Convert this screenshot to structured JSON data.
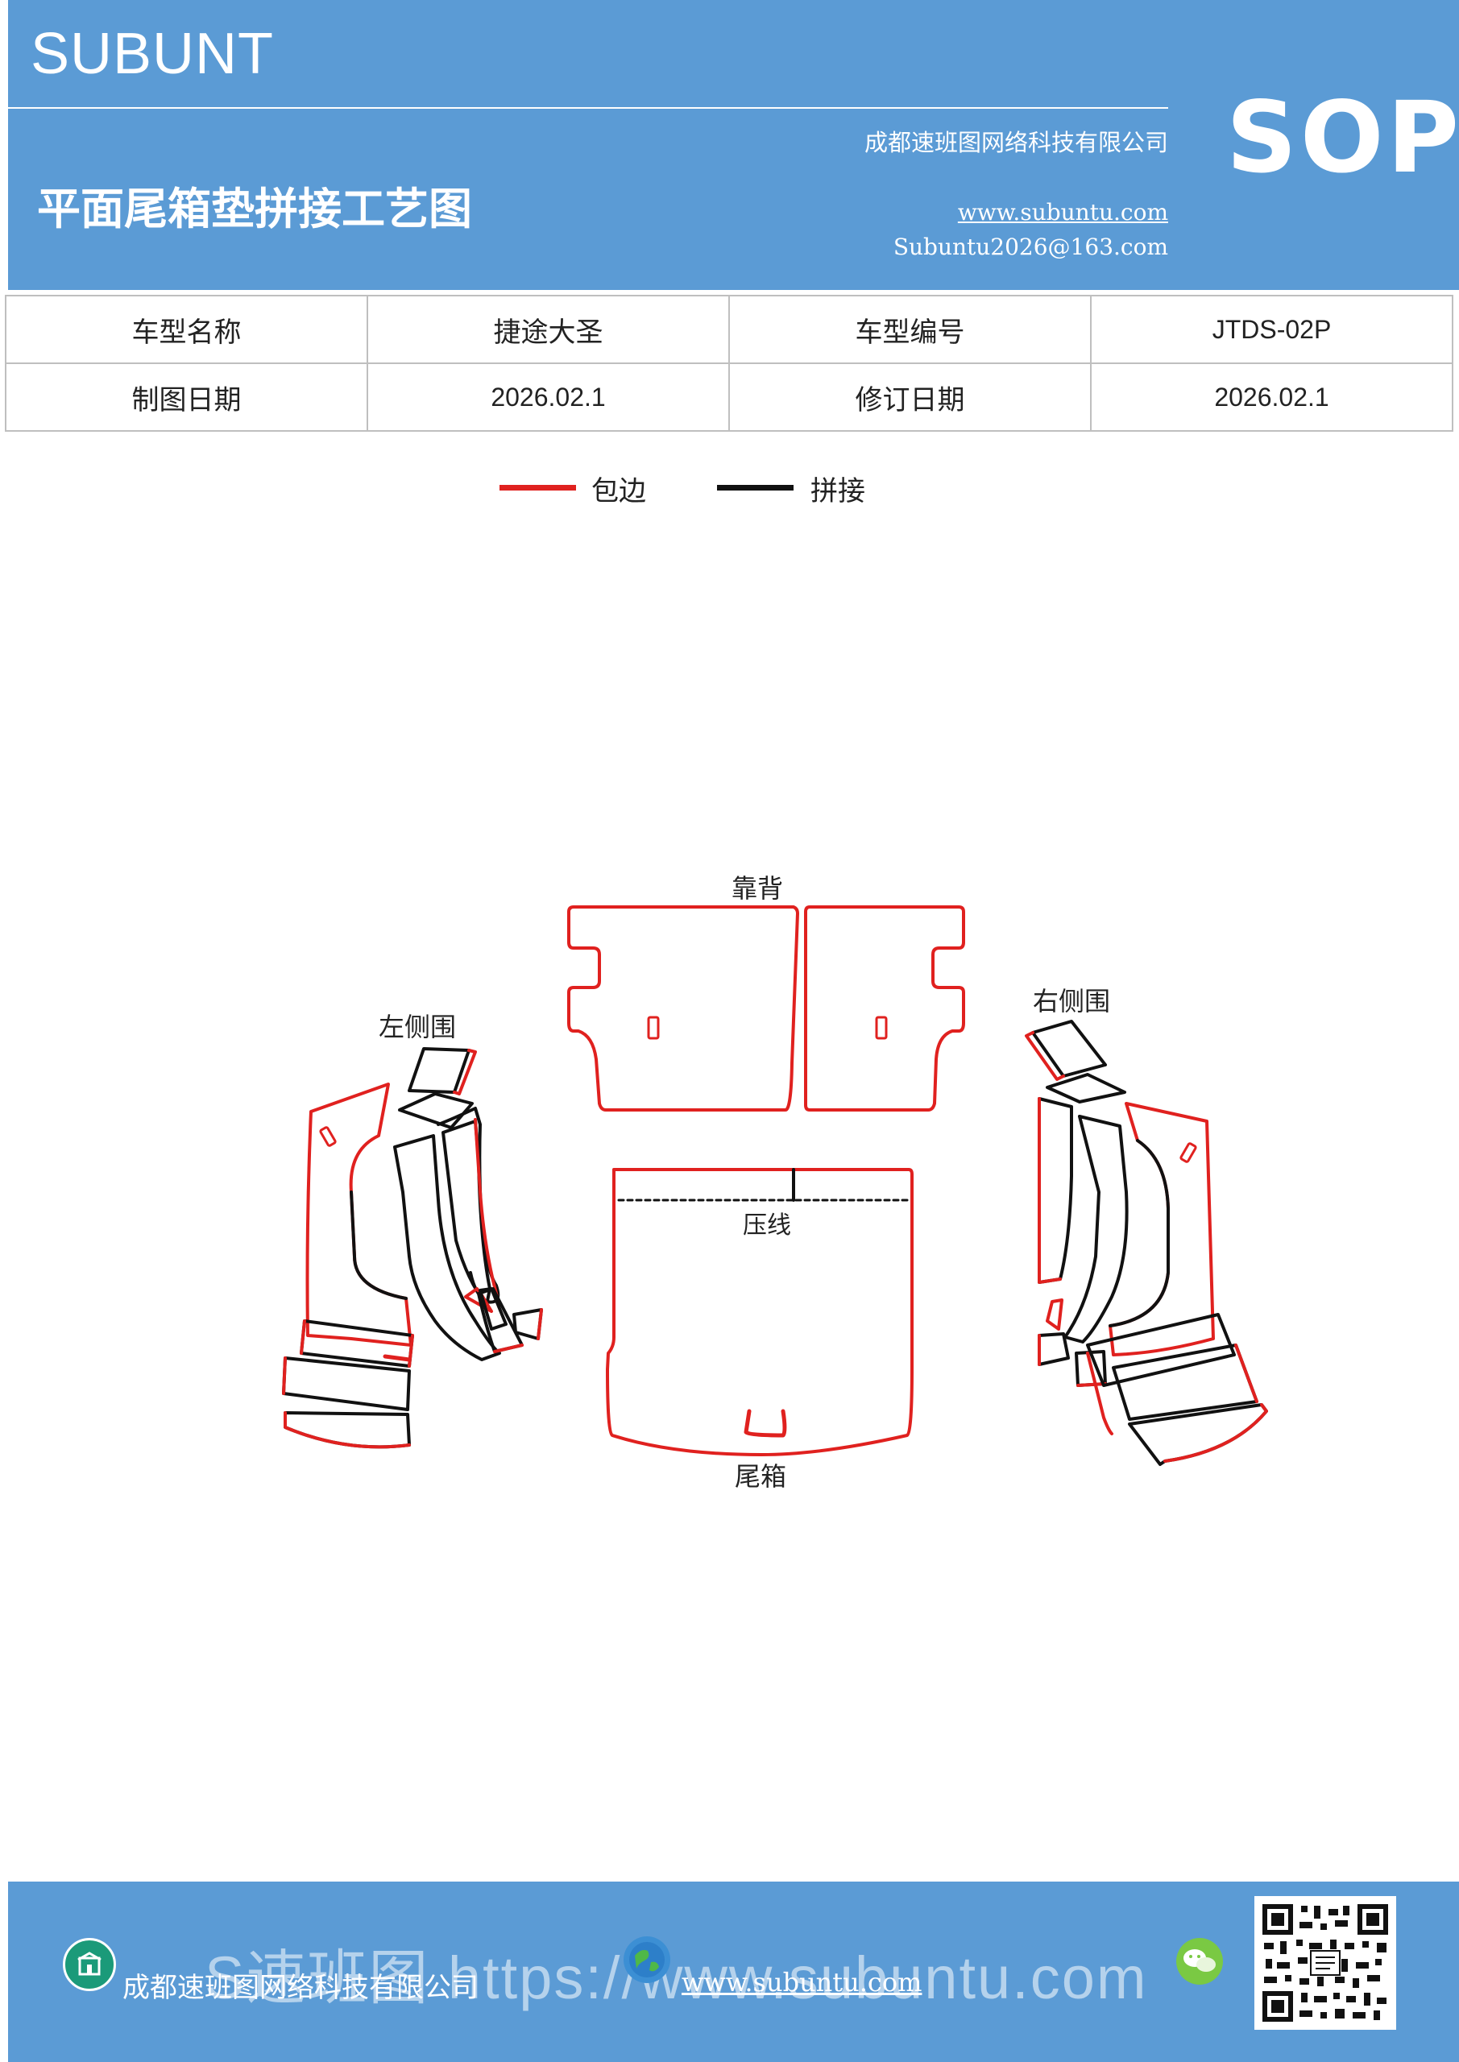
{
  "header": {
    "brand": "SUBUNT",
    "badge": "SOP",
    "title": "平面尾箱垫拼接工艺图",
    "company": "成都速班图网络科技有限公司",
    "website": "www.subuntu.com",
    "email": "Subuntu2026@163.com"
  },
  "info_table": {
    "rows": [
      [
        "车型名称",
        "捷途大圣",
        "车型编号",
        "JTDS-02P"
      ],
      [
        "制图日期",
        "2026.02.1",
        "修订日期",
        "2026.02.1"
      ]
    ]
  },
  "legend": {
    "items": [
      {
        "label": "包边",
        "color": "#e0211f"
      },
      {
        "label": "拼接",
        "color": "#111111"
      }
    ]
  },
  "diagram": {
    "labels": {
      "backrest": "靠背",
      "left_side": "左侧围",
      "right_side": "右侧围",
      "crease": "压线",
      "trunk": "尾箱"
    },
    "colors": {
      "edge": "#e0211f",
      "seam": "#111111"
    }
  },
  "footer": {
    "company": "成都速班图网络科技有限公司",
    "website": "www.subuntu.com",
    "watermark": "S速班图 https://www.subuntu.com",
    "icons": [
      "building-icon",
      "globe-icon",
      "wechat-icon"
    ]
  },
  "colors": {
    "brand_blue": "#5b9bd5"
  }
}
